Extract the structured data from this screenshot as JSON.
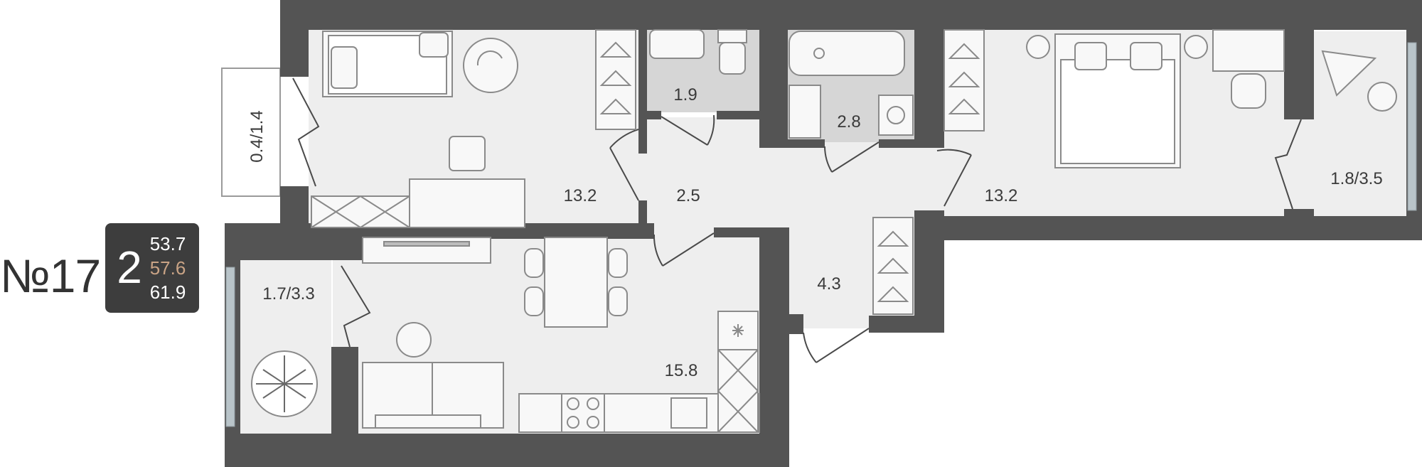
{
  "apartment": {
    "number_label": "№17",
    "rooms": "2",
    "area_living": "53.7",
    "area_total": "57.6",
    "area_full": "61.9"
  },
  "rooms": {
    "bedroom_left": "13.2",
    "bathroom_small": "1.9",
    "corridor": "2.5",
    "bathroom": "2.8",
    "bedroom_right": "13.2",
    "balcony_left": "0.4/1.4",
    "balcony_right": "1.8/3.5",
    "loggia": "1.7/3.3",
    "hall": "4.3",
    "kitchen_living": "15.8"
  },
  "colors": {
    "wall": "#545454",
    "floor": "#eeeeee",
    "tile": "#d6d6d6",
    "badge": "#3d3d3d",
    "accent": "#c9a385",
    "window": "#b9c4c9"
  },
  "icons": [
    "hanger-icon",
    "sink-icon",
    "toilet-icon",
    "bathtub-icon",
    "washing-machine-icon",
    "bed-icon",
    "table-icon",
    "sofa-icon",
    "stove-icon",
    "plant-icon",
    "fridge-icon"
  ]
}
